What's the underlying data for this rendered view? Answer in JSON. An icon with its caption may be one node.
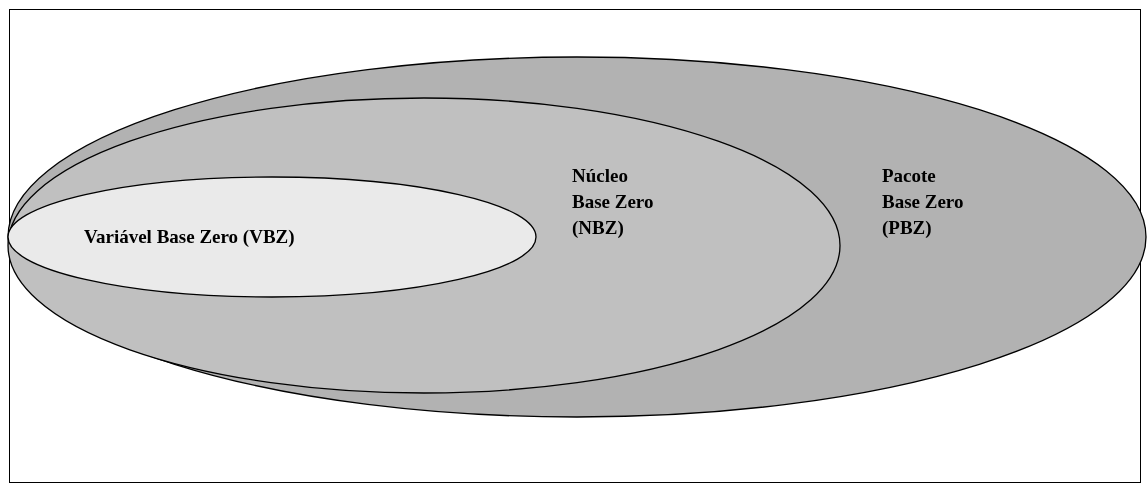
{
  "diagram": {
    "nodes": [
      {
        "text": [
          "Pacote Base Zero (PBZ)"
        ]
      },
      {
        "text": [
          "Núcleo Base Zero (NBZ)"
        ],
        "in": 0
      },
      {
        "text": [
          "Variável Base Zero (VBZ)"
        ],
        "in": 1
      }
    ]
  }
}
